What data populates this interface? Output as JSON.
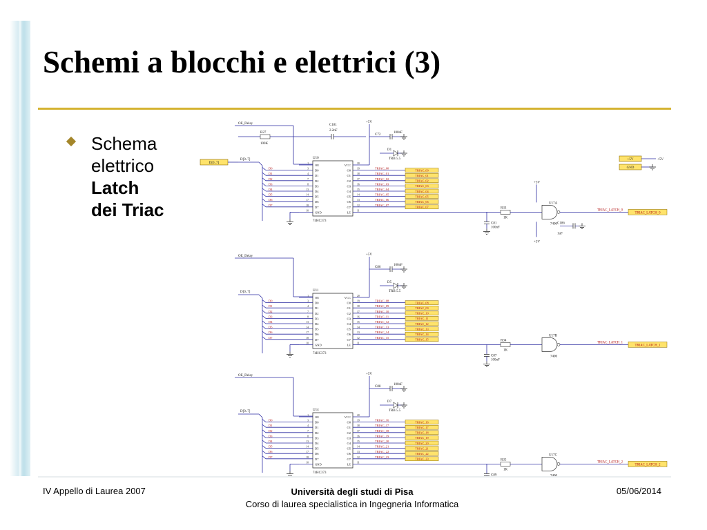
{
  "slide": {
    "title": "Schemi a blocchi e elettrici (3)",
    "bullet": {
      "line1": "Schema",
      "line2": "elettrico",
      "bold1": "Latch",
      "bold2": "dei Triac"
    }
  },
  "schematic": {
    "oe_label": "OE_Delay",
    "bus_label": "D[0..7]",
    "bus_port": "D[0..7]",
    "vcc": "+5V",
    "gnd": "GND",
    "r27": "R27",
    "r27_value": "100K",
    "c181": "C181",
    "c181_value": "2.2nF",
    "cap_value": "100nF",
    "trb": "TRB 5.5",
    "vcc_pin": "VCC",
    "chip_part": "74HC373",
    "dip_part": "7400",
    "r_value": "1K",
    "latches": [
      {
        "chip": "U10",
        "cap": "C72",
        "diode": "D1",
        "res": "R33",
        "gate_cap": "C81",
        "gate": "U17A",
        "net": "TRIAC_LATCH_0",
        "port": "TRIAC_LATCH_0",
        "nets": [
          "TRIAC_00",
          "TRIAC_01",
          "TRIAC_02",
          "TRIAC_03",
          "TRIAC_04",
          "TRIAC_05",
          "TRIAC_06",
          "TRIAC_07"
        ]
      },
      {
        "chip": "U11",
        "cap": "C86",
        "diode": "D5",
        "res": "R34",
        "gate_cap": "C87",
        "gate": "U17B",
        "net": "TRIAC_LATCH_1",
        "port": "TRIAC_LATCH_1",
        "nets": [
          "TRIAC_08",
          "TRIAC_09",
          "TRIAC_10",
          "TRIAC_11",
          "TRIAC_12",
          "TRIAC_13",
          "TRIAC_14",
          "TRIAC_15"
        ]
      },
      {
        "chip": "U14",
        "cap": "C88",
        "diode": "D7",
        "res": "R35",
        "gate_cap": "C89",
        "gate": "U17C",
        "net": "TRIAC_LATCH_2",
        "port": "TRIAC_LATCH_2",
        "nets": [
          "TRIAC_16",
          "TRIAC_17",
          "TRIAC_18",
          "TRIAC_19",
          "TRIAC_20",
          "TRIAC_21",
          "TRIAC_22",
          "TRIAC_23"
        ]
      }
    ],
    "pin_labels_left": [
      "OE",
      "D0",
      "D1",
      "D2",
      "D3",
      "D4",
      "D5",
      "D6",
      "D7",
      "GND"
    ],
    "pin_labels_right": [
      "VCC",
      "O0",
      "O1",
      "O2",
      "O3",
      "O4",
      "O5",
      "O6",
      "O7",
      "LE"
    ],
    "pin_numbers_left": [
      "1",
      "3",
      "4",
      "7",
      "8",
      "13",
      "14",
      "17",
      "18",
      "10"
    ],
    "pin_numbers_right": [
      "20",
      "19",
      "18",
      "17",
      "16",
      "15",
      "14",
      "13",
      "12",
      "11"
    ],
    "bus_signals": [
      "D0",
      "D1",
      "D2",
      "D3",
      "D4",
      "D5",
      "D6",
      "D7"
    ],
    "c186": "C186",
    "c186_value": "1uF",
    "colors": {
      "wire": "#2a2aa0",
      "port_fill": "#ffe36b",
      "net_text": "#b01010",
      "part_text": "#202020"
    }
  },
  "footer": {
    "left": "IV Appello di Laurea 2007",
    "center_bold": "Università degli studi di Pisa",
    "center_sub": "Corso di laurea specialistica in Ingegneria Informatica",
    "right": "05/06/2014"
  }
}
